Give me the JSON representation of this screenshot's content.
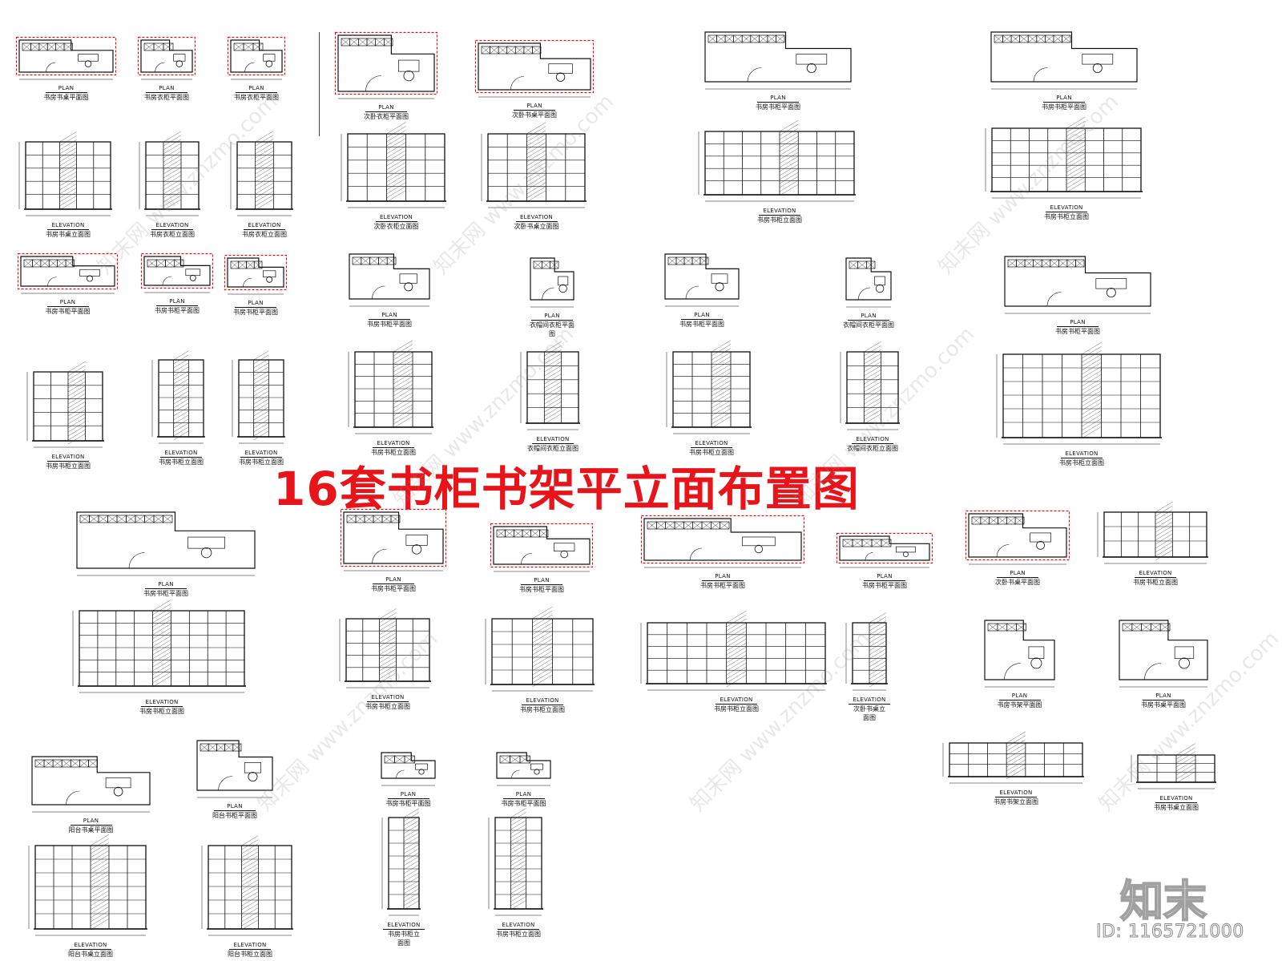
{
  "headline": "16套书柜书架平立面布置图",
  "watermark_text": "知末网 www.znzmo.com",
  "logo_text": "知末",
  "id_text": "ID: 1165721000",
  "colors": {
    "headline": "#e8141a",
    "highlight": "#d4141a",
    "line": "#111111"
  },
  "drawings": [
    {
      "en": "PLAN",
      "cn": "书房书桌平面图",
      "kind": "plan-red"
    },
    {
      "en": "PLAN",
      "cn": "书房衣柜平面图",
      "kind": "plan-red"
    },
    {
      "en": "PLAN",
      "cn": "书房衣柜平面图",
      "kind": "plan-red"
    },
    {
      "en": "PLAN",
      "cn": "次卧衣柜平面图",
      "kind": "plan-red"
    },
    {
      "en": "PLAN",
      "cn": "次卧书桌平面图",
      "kind": "plan-red"
    },
    {
      "en": "PLAN",
      "cn": "书房书柜平面图",
      "kind": "plan"
    },
    {
      "en": "PLAN",
      "cn": "书房书柜平面图",
      "kind": "plan"
    },
    {
      "en": "ELEVATION",
      "cn": "书房书桌立面图",
      "kind": "elev"
    },
    {
      "en": "ELEVATION",
      "cn": "书房衣柜立面图",
      "kind": "elev"
    },
    {
      "en": "ELEVATION",
      "cn": "书房衣柜立面图",
      "kind": "elev"
    },
    {
      "en": "ELEVATION",
      "cn": "次卧衣柜立面图",
      "kind": "elev"
    },
    {
      "en": "ELEVATION",
      "cn": "次卧书桌立面图",
      "kind": "elev"
    },
    {
      "en": "ELEVATION",
      "cn": "书房书柜立面图",
      "kind": "elev"
    },
    {
      "en": "ELEVATION",
      "cn": "书房书柜立面图",
      "kind": "elev"
    },
    {
      "en": "PLAN",
      "cn": "书房书柜平面图",
      "kind": "plan-red"
    },
    {
      "en": "PLAN",
      "cn": "书房书柜平面图",
      "kind": "plan-red"
    },
    {
      "en": "PLAN",
      "cn": "书房书柜平面图",
      "kind": "plan-red"
    },
    {
      "en": "PLAN",
      "cn": "书房书柜平面图",
      "kind": "plan"
    },
    {
      "en": "PLAN",
      "cn": "衣帽间衣柜平面图",
      "kind": "plan"
    },
    {
      "en": "PLAN",
      "cn": "书房书柜平面图",
      "kind": "plan"
    },
    {
      "en": "PLAN",
      "cn": "衣帽间衣柜平面图",
      "kind": "plan"
    },
    {
      "en": "PLAN",
      "cn": "书房书柜平面图",
      "kind": "plan"
    },
    {
      "en": "ELEVATION",
      "cn": "书房书柜立面图",
      "kind": "elev"
    },
    {
      "en": "ELEVATION",
      "cn": "书房书柜立面图",
      "kind": "elev"
    },
    {
      "en": "ELEVATION",
      "cn": "书房书柜立面图",
      "kind": "elev"
    },
    {
      "en": "ELEVATION",
      "cn": "书房书柜立面图",
      "kind": "elev"
    },
    {
      "en": "ELEVATION",
      "cn": "衣帽间衣柜立面图",
      "kind": "elev"
    },
    {
      "en": "ELEVATION",
      "cn": "书房书柜立面图",
      "kind": "elev"
    },
    {
      "en": "ELEVATION",
      "cn": "衣帽间衣柜立面图",
      "kind": "elev"
    },
    {
      "en": "ELEVATION",
      "cn": "书房书柜立面图",
      "kind": "elev"
    },
    {
      "en": "PLAN",
      "cn": "书房书柜平面图",
      "kind": "plan"
    },
    {
      "en": "PLAN",
      "cn": "书房书柜平面图",
      "kind": "plan-red"
    },
    {
      "en": "PLAN",
      "cn": "书房书柜平面图",
      "kind": "plan-red"
    },
    {
      "en": "PLAN",
      "cn": "书房书柜平面图",
      "kind": "plan-red"
    },
    {
      "en": "PLAN",
      "cn": "书房书柜平面图",
      "kind": "plan-red"
    },
    {
      "en": "PLAN",
      "cn": "次卧书桌平面图",
      "kind": "plan-red"
    },
    {
      "en": "ELEVATION",
      "cn": "书房书柜立面图",
      "kind": "elev"
    },
    {
      "en": "ELEVATION",
      "cn": "书房书柜立面图",
      "kind": "elev"
    },
    {
      "en": "ELEVATION",
      "cn": "书房书柜立面图",
      "kind": "elev"
    },
    {
      "en": "ELEVATION",
      "cn": "书房书柜立面图",
      "kind": "elev"
    },
    {
      "en": "ELEVATION",
      "cn": "书房书柜立面图",
      "kind": "elev"
    },
    {
      "en": "ELEVATION",
      "cn": "次卧书桌立面图",
      "kind": "elev"
    },
    {
      "en": "PLAN",
      "cn": "书房书架平面图",
      "kind": "plan"
    },
    {
      "en": "PLAN",
      "cn": "书房书桌平面图",
      "kind": "plan"
    },
    {
      "en": "PLAN",
      "cn": "阳台书桌平面图",
      "kind": "plan"
    },
    {
      "en": "PLAN",
      "cn": "阳台书柜平面图",
      "kind": "plan"
    },
    {
      "en": "PLAN",
      "cn": "书房书柜平面图",
      "kind": "plan"
    },
    {
      "en": "PLAN",
      "cn": "书房书柜平面图",
      "kind": "plan"
    },
    {
      "en": "ELEVATION",
      "cn": "书房书架立面图",
      "kind": "elev"
    },
    {
      "en": "ELEVATION",
      "cn": "书房书桌立面图",
      "kind": "elev"
    },
    {
      "en": "ELEVATION",
      "cn": "阳台书桌立面图",
      "kind": "elev"
    },
    {
      "en": "ELEVATION",
      "cn": "阳台书柜立面图",
      "kind": "elev"
    },
    {
      "en": "ELEVATION",
      "cn": "书房书柜立面图",
      "kind": "elev"
    },
    {
      "en": "ELEVATION",
      "cn": "书房书柜立面图",
      "kind": "elev"
    }
  ]
}
